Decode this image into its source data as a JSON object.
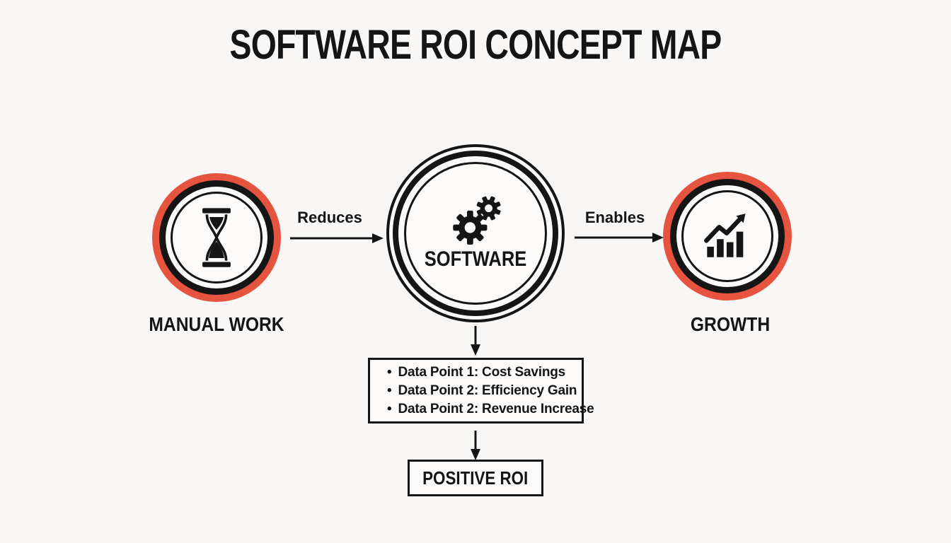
{
  "title": "SOFTWARE ROI CONCEPT MAP",
  "colors": {
    "accent_red": "#e6533f",
    "ink": "#151515",
    "background": "#f8f7f5"
  },
  "nodes": {
    "manual_work": {
      "label": "MANUAL WORK",
      "icon": "hourglass-icon"
    },
    "software": {
      "label": "SOFTWARE",
      "icon": "gears-icon"
    },
    "growth": {
      "label": "GROWTH",
      "icon": "growth-chart-icon"
    }
  },
  "edges": {
    "reduces": {
      "label": "Reduces",
      "from": "MANUAL WORK",
      "to": "SOFTWARE"
    },
    "enables": {
      "label": "Enables",
      "from": "SOFTWARE",
      "to": "GROWTH"
    }
  },
  "data_points": {
    "items": [
      "Data Point 1: Cost Savings",
      "Data Point 2: Efficiency Gain",
      "Data Point 2: Revenue Increase"
    ]
  },
  "result": {
    "label": "POSITIVE ROI"
  }
}
